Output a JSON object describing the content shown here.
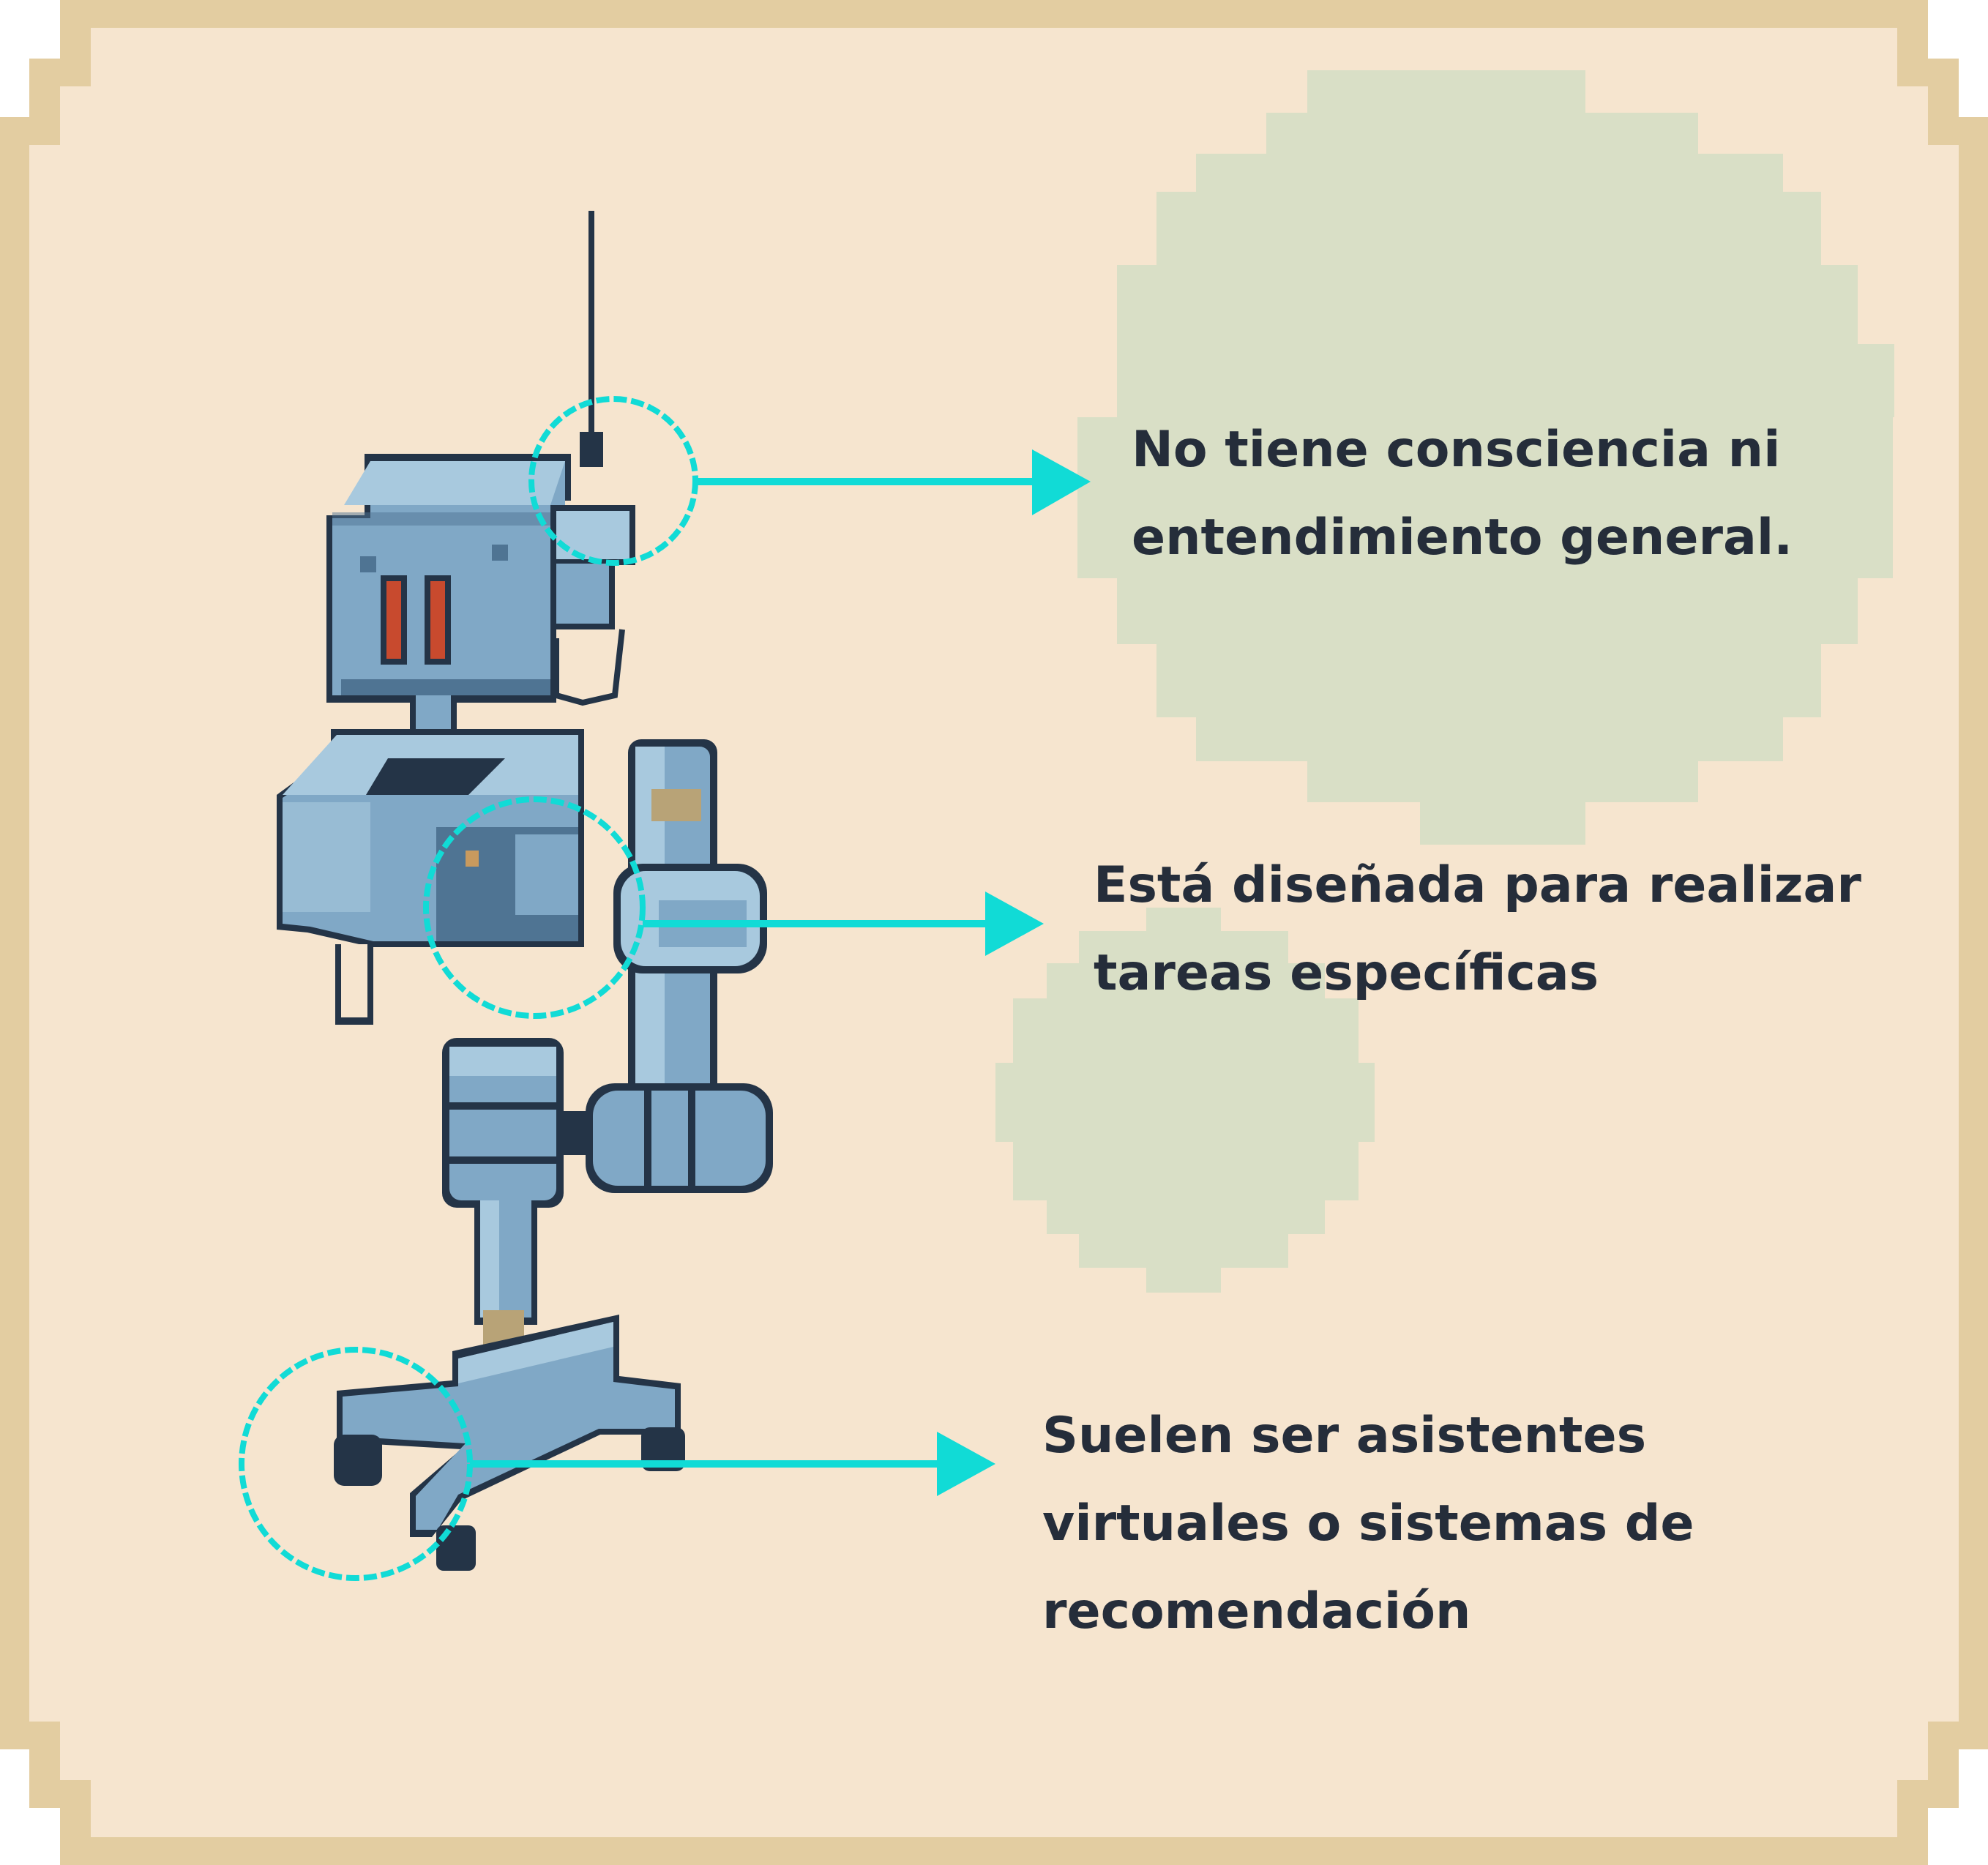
{
  "colors": {
    "frame": "#e3cda1",
    "paper": "#f6e5cf",
    "blob": "#d9dfc6",
    "callout": "#11dbd6",
    "text": "#252d3a",
    "robot_light": "#a8c9de",
    "robot_mid": "#80a8c6",
    "robot_dark": "#4f7493",
    "robot_outline": "#243447",
    "robot_eye": "#c84a2e"
  },
  "callouts": [
    {
      "lines": [
        "No tiene consciencia ni",
        "entendimiento general."
      ]
    },
    {
      "lines": [
        "Está diseñada para realizar",
        "tareas específicas"
      ]
    },
    {
      "lines": [
        "Suelen ser asistentes",
        "virtuales o sistemas de",
        "recomendación"
      ]
    }
  ]
}
